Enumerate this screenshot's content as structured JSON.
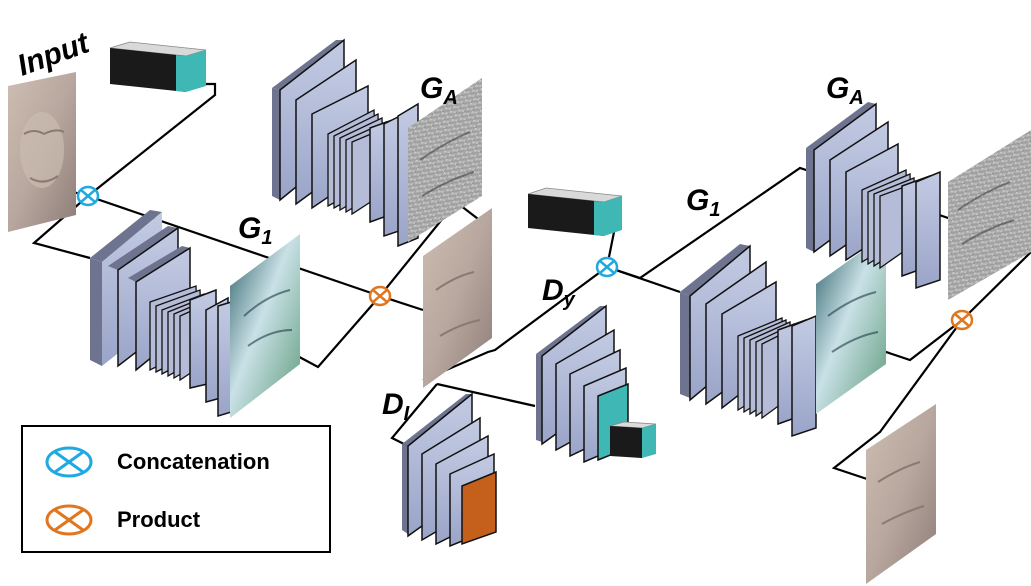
{
  "labels": {
    "input": "Input",
    "ga": "G",
    "ga_sub": "A",
    "g1": "G",
    "g1_sub": "1",
    "dy": "D",
    "dy_sub": "y",
    "di": "D",
    "di_sub": "I"
  },
  "legend": {
    "concatenation": "Concatenation",
    "product": "Product"
  },
  "colors": {
    "layer_face": "#aab4d4",
    "layer_side": "#6e7490",
    "concat": "#1fa9e1",
    "product": "#e0761e",
    "teal": "#3fb7b5",
    "orange_block": "#c4601c"
  }
}
